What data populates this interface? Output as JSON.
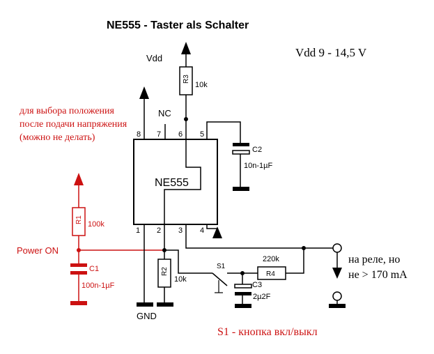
{
  "title": "NE555 - Taster als Schalter",
  "supply": {
    "vdd_label": "Vdd",
    "range_label": "Vdd  9 - 14,5 V"
  },
  "note_ru": {
    "line1": "для выбора положения",
    "line2": "после подачи напряжения",
    "line3": "(можно не делать)"
  },
  "ic": {
    "name": "NE555",
    "nc_label": "NC",
    "pins": [
      "1",
      "2",
      "3",
      "4",
      "5",
      "6",
      "7",
      "8"
    ]
  },
  "components": {
    "r3": {
      "ref": "R3",
      "value": "10k"
    },
    "c2": {
      "ref": "C2",
      "value": "10n-1µF"
    },
    "r1": {
      "ref": "R1",
      "value": "100k"
    },
    "c1": {
      "ref": "C1",
      "value": "100n-1µF"
    },
    "r2": {
      "ref": "R2",
      "value": "10k"
    },
    "s1": {
      "ref": "S1"
    },
    "r4": {
      "ref": "R4",
      "value": "220k"
    },
    "c3": {
      "ref": "C3",
      "value": "2µ2F"
    }
  },
  "power_on_label": "Power ON",
  "gnd_label": "GND",
  "relay_note": {
    "line1": "на реле, но",
    "line2": "не > 170 mA"
  },
  "switch_note": "S1 - кнопка вкл/выкл",
  "colors": {
    "wire": "#000000",
    "accent_red": "#cc1111",
    "text": "#000000"
  }
}
